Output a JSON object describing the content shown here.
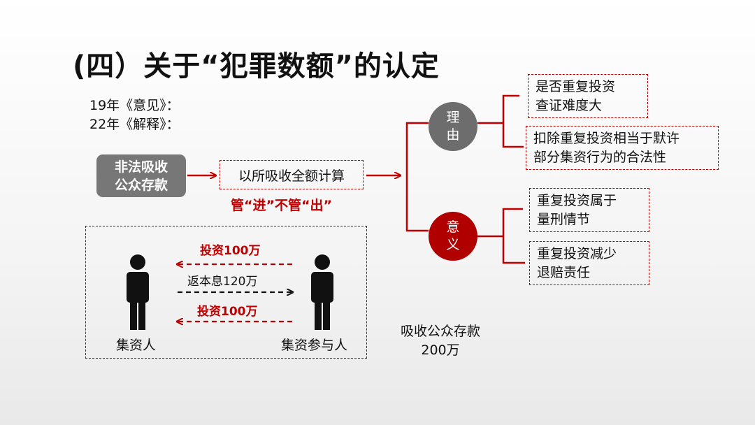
{
  "title": "(四）关于“犯罪数额”的认定",
  "references": [
    "19年《意见》：",
    "22年《解释》："
  ],
  "source_box": {
    "line1": "非法吸收",
    "line2": "公众存款"
  },
  "calc_box": {
    "label": "以所吸收全额计算"
  },
  "slogan": "管“进”不管“出”",
  "reason": {
    "circle_line1": "理",
    "circle_line2": "由",
    "items": [
      {
        "line1": "是否重复投资",
        "line2": "查证难度大"
      },
      {
        "line1": "扣除重复投资相当于默许",
        "line2": "部分集资行为的合法性"
      }
    ]
  },
  "meaning": {
    "circle_line1": "意",
    "circle_line2": "义",
    "items": [
      {
        "line1": "重复投资属于",
        "line2": "量刑情节"
      },
      {
        "line1": "重复投资减少",
        "line2": "退赔责任"
      }
    ]
  },
  "case": {
    "flows": [
      "投资100万",
      "返本息120万",
      "投资100万"
    ],
    "left_person": "集资人",
    "right_person": "集资参与人"
  },
  "total": {
    "line1": "吸收公众存款",
    "line2": "200万"
  },
  "colors": {
    "accent_red": "#c00000",
    "dark_red": "#b00000",
    "gray": "#777777"
  }
}
